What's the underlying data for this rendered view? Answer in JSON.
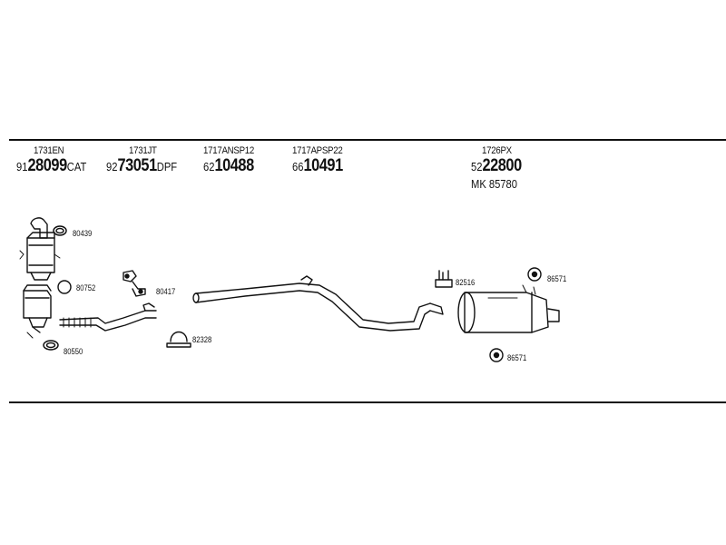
{
  "header": {
    "columns": [
      {
        "code": "1731EN",
        "prefix": "91",
        "number": "28099",
        "suffix": "CAT"
      },
      {
        "code": "1731JT",
        "prefix": "92",
        "number": "73051",
        "suffix": "DPF"
      },
      {
        "code": "1717ANSP12",
        "prefix": "62",
        "number": "10488",
        "suffix": ""
      },
      {
        "code": "1717APSP22",
        "prefix": "66",
        "number": "10491",
        "suffix": ""
      },
      {
        "code": "1726PX",
        "prefix": "52",
        "number": "22800",
        "suffix": ""
      }
    ],
    "mounting_kit": "MK  85780"
  },
  "labels": {
    "clamp_top": "80439",
    "ring": "80752",
    "clamp_bottom": "80550",
    "bracket": "80417",
    "u_clamp": "82328",
    "hanger": "82516",
    "rubber_top": "86571",
    "rubber_bottom": "86571"
  }
}
